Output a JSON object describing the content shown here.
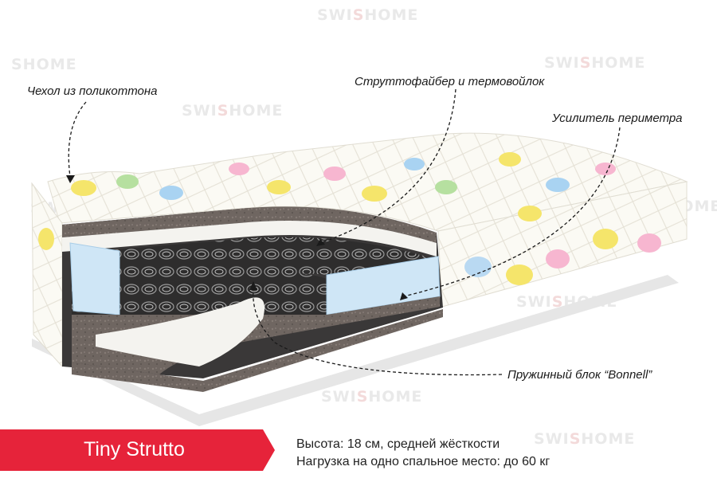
{
  "watermark": {
    "text_a": "SWI",
    "text_x": "S",
    "text_b": "HOME"
  },
  "watermark_partial": "SHOME",
  "labels": {
    "cover": "Чехол из поликоттона",
    "strutto": "Струттофайбер и термовойлок",
    "perimeter": "Усилитель периметра",
    "springs": "Пружинный блок “Bonnell”"
  },
  "product": {
    "name": "Tiny Strutto"
  },
  "specs": {
    "height": "Высота: 18 см, средней жёсткости",
    "load": "Нагрузка на одно спальное место: до 60 кг"
  },
  "colors": {
    "accent": "#e6233a",
    "felt": "#6e6560",
    "foam": "#cfe6f6",
    "cover": "#fbfaf4"
  }
}
